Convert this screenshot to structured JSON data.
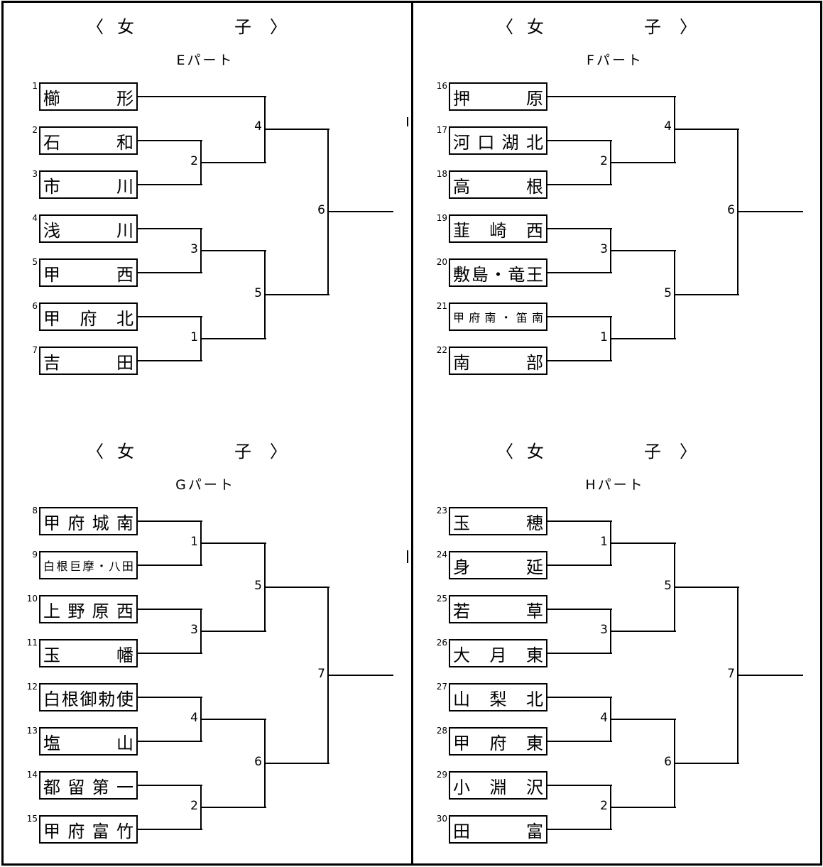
{
  "panels": [
    {
      "id": "E",
      "heading_open": "〈",
      "heading_left": "女",
      "heading_right": "子",
      "heading_close": "〉",
      "part_label": "Eパート",
      "teams": [
        {
          "seed": "1",
          "chars": [
            "櫛",
            "形"
          ]
        },
        {
          "seed": "2",
          "chars": [
            "石",
            "和"
          ]
        },
        {
          "seed": "3",
          "chars": [
            "市",
            "川"
          ]
        },
        {
          "seed": "4",
          "chars": [
            "浅",
            "川"
          ]
        },
        {
          "seed": "5",
          "chars": [
            "甲",
            "西"
          ]
        },
        {
          "seed": "6",
          "chars": [
            "甲",
            "府",
            "北"
          ]
        },
        {
          "seed": "7",
          "chars": [
            "吉",
            "田"
          ]
        }
      ],
      "matches": {
        "r1a": "2",
        "r1b": "3",
        "r1c": "1",
        "r2a": "4",
        "r2b": "5",
        "final": "6"
      }
    },
    {
      "id": "F",
      "heading_open": "〈",
      "heading_left": "女",
      "heading_right": "子",
      "heading_close": "〉",
      "part_label": "Fパート",
      "teams": [
        {
          "seed": "16",
          "chars": [
            "押",
            "原"
          ]
        },
        {
          "seed": "17",
          "chars": [
            "河",
            "口",
            "湖",
            "北"
          ]
        },
        {
          "seed": "18",
          "chars": [
            "高",
            "根"
          ]
        },
        {
          "seed": "19",
          "chars": [
            "韮",
            "崎",
            "西"
          ]
        },
        {
          "seed": "20",
          "chars": [
            "敷",
            "島",
            "・",
            "竜",
            "王"
          ]
        },
        {
          "seed": "21",
          "chars": [
            "甲",
            "府",
            "南",
            "・",
            "笛",
            "南"
          ],
          "small": true
        },
        {
          "seed": "22",
          "chars": [
            "南",
            "部"
          ]
        }
      ],
      "matches": {
        "r1a": "2",
        "r1b": "3",
        "r1c": "1",
        "r2a": "4",
        "r2b": "5",
        "final": "6"
      }
    },
    {
      "id": "G",
      "heading_open": "〈",
      "heading_left": "女",
      "heading_right": "子",
      "heading_close": "〉",
      "part_label": "Gパート",
      "teams": [
        {
          "seed": "8",
          "chars": [
            "甲",
            "府",
            "城",
            "南"
          ]
        },
        {
          "seed": "9",
          "chars": [
            "白",
            "根",
            "巨",
            "摩",
            "・",
            "八",
            "田"
          ],
          "small": true
        },
        {
          "seed": "10",
          "chars": [
            "上",
            "野",
            "原",
            "西"
          ]
        },
        {
          "seed": "11",
          "chars": [
            "玉",
            "幡"
          ]
        },
        {
          "seed": "12",
          "chars": [
            "白",
            "根",
            "御",
            "勅",
            "使"
          ]
        },
        {
          "seed": "13",
          "chars": [
            "塩",
            "山"
          ]
        },
        {
          "seed": "14",
          "chars": [
            "都",
            "留",
            "第",
            "一"
          ]
        },
        {
          "seed": "15",
          "chars": [
            "甲",
            "府",
            "富",
            "竹"
          ]
        }
      ],
      "matches": {
        "m1": "1",
        "m3": "3",
        "m4": "4",
        "m2": "2",
        "m5": "5",
        "m6": "6",
        "final": "7"
      }
    },
    {
      "id": "H",
      "heading_open": "〈",
      "heading_left": "女",
      "heading_right": "子",
      "heading_close": "〉",
      "part_label": "Hパート",
      "teams": [
        {
          "seed": "23",
          "chars": [
            "玉",
            "穂"
          ]
        },
        {
          "seed": "24",
          "chars": [
            "身",
            "延"
          ]
        },
        {
          "seed": "25",
          "chars": [
            "若",
            "草"
          ]
        },
        {
          "seed": "26",
          "chars": [
            "大",
            "月",
            "東"
          ]
        },
        {
          "seed": "27",
          "chars": [
            "山",
            "梨",
            "北"
          ]
        },
        {
          "seed": "28",
          "chars": [
            "甲",
            "府",
            "東"
          ]
        },
        {
          "seed": "29",
          "chars": [
            "小",
            "淵",
            "沢"
          ]
        },
        {
          "seed": "30",
          "chars": [
            "田",
            "富"
          ]
        }
      ],
      "matches": {
        "m1": "1",
        "m3": "3",
        "m4": "4",
        "m2": "2",
        "m5": "5",
        "m6": "6",
        "final": "7"
      }
    }
  ]
}
